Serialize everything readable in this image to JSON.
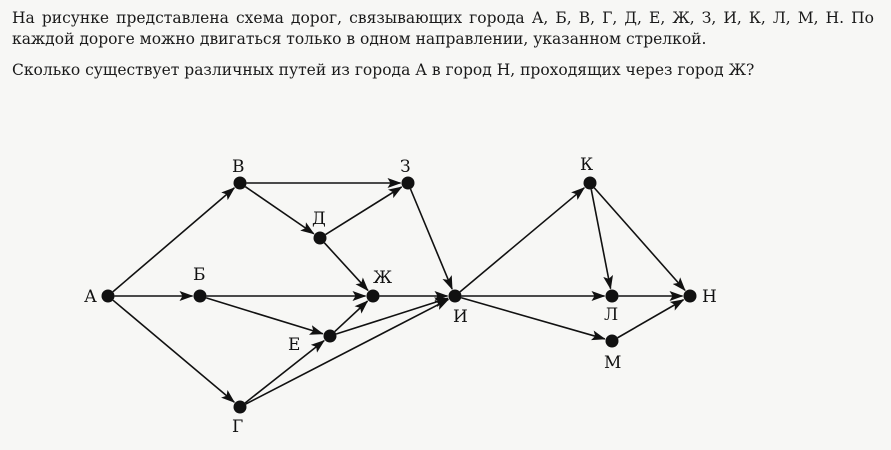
{
  "problem": {
    "paragraph1": "На рисунке представлена схема дорог, связывающих города А, Б, В, Г, Д, Е, Ж, З, И, К, Л, М, Н. По каждой дороге можно двигаться только в одном направлении, указанном стрелкой.",
    "paragraph2": "Сколько существует различных путей из города А в город Н, проходящих через город Ж?"
  },
  "graph": {
    "nodes": [
      {
        "id": "A",
        "label": "А"
      },
      {
        "id": "B",
        "label": "Б"
      },
      {
        "id": "V",
        "label": "В"
      },
      {
        "id": "G",
        "label": "Г"
      },
      {
        "id": "D",
        "label": "Д"
      },
      {
        "id": "E",
        "label": "Е"
      },
      {
        "id": "Zh",
        "label": "Ж"
      },
      {
        "id": "Z",
        "label": "З"
      },
      {
        "id": "I",
        "label": "И"
      },
      {
        "id": "K",
        "label": "К"
      },
      {
        "id": "L",
        "label": "Л"
      },
      {
        "id": "M",
        "label": "М"
      },
      {
        "id": "N",
        "label": "Н"
      }
    ],
    "edges": [
      [
        "A",
        "V"
      ],
      [
        "A",
        "B"
      ],
      [
        "A",
        "G"
      ],
      [
        "V",
        "Z"
      ],
      [
        "V",
        "D"
      ],
      [
        "D",
        "Z"
      ],
      [
        "D",
        "Zh"
      ],
      [
        "B",
        "Zh"
      ],
      [
        "B",
        "E"
      ],
      [
        "G",
        "E"
      ],
      [
        "G",
        "I"
      ],
      [
        "E",
        "Zh"
      ],
      [
        "E",
        "I"
      ],
      [
        "Zh",
        "I"
      ],
      [
        "Z",
        "I"
      ],
      [
        "I",
        "K"
      ],
      [
        "I",
        "L"
      ],
      [
        "I",
        "M"
      ],
      [
        "K",
        "L"
      ],
      [
        "K",
        "N"
      ],
      [
        "L",
        "N"
      ],
      [
        "M",
        "N"
      ]
    ]
  }
}
